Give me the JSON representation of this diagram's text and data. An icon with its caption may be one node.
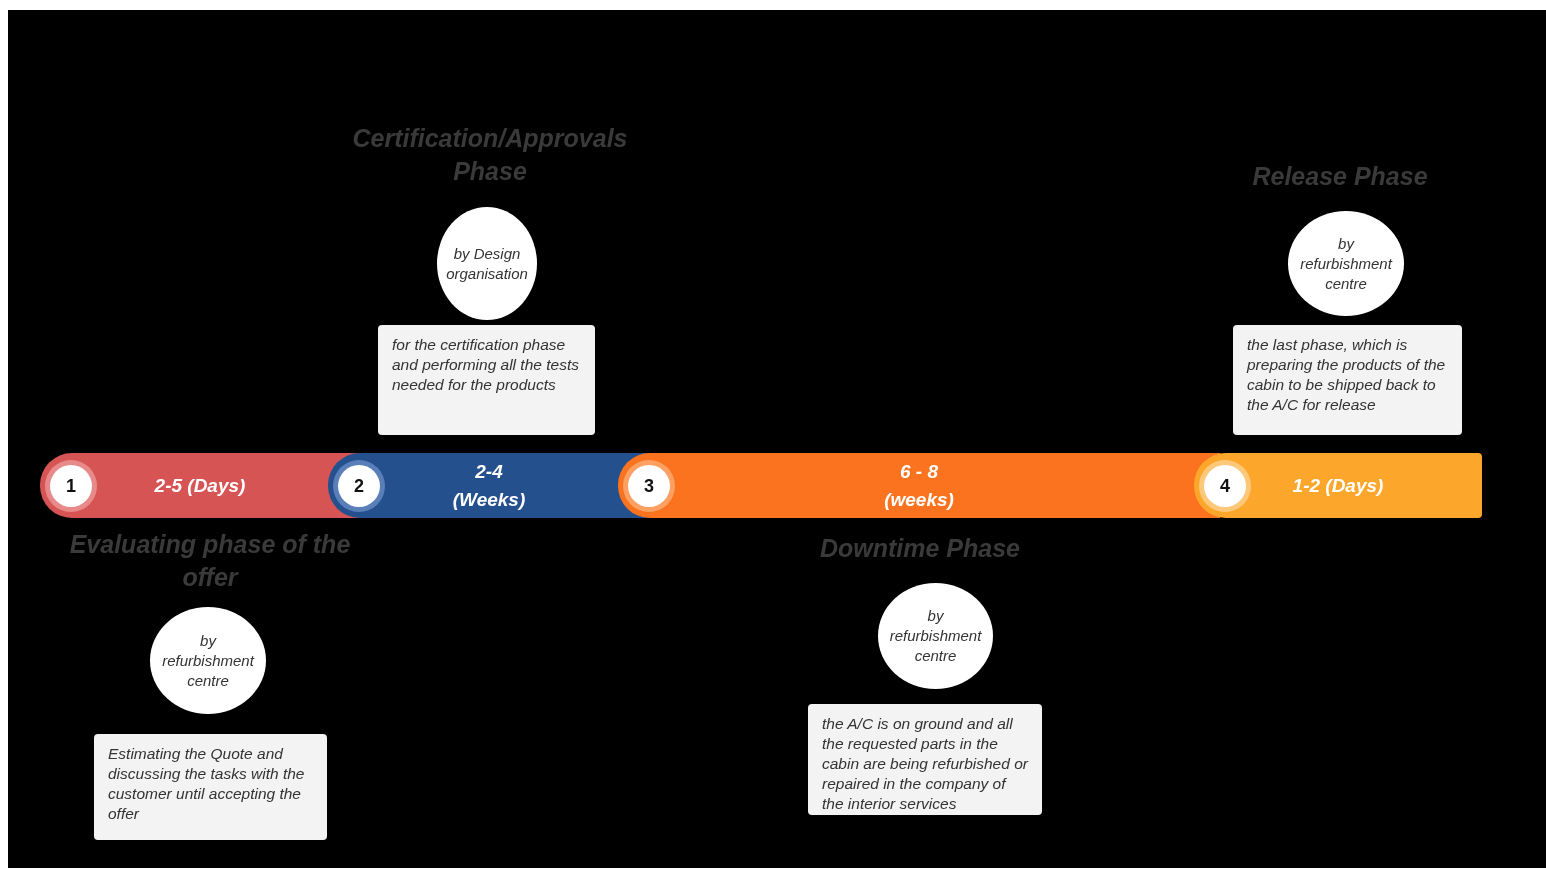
{
  "diagram": {
    "nodes": [
      {
        "text": [
          "by Design organisation"
        ]
      },
      {
        "text": [
          "for the certification phase and performing all the tests needed for the products"
        ]
      },
      {
        "text": [
          "by refurbishment centre"
        ]
      },
      {
        "text": [
          "the last phase, which is preparing the products of the cabin to be shipped back to the A/C for release"
        ]
      },
      {
        "text": [
          "2-5 (Days)"
        ]
      },
      {
        "text": [
          "1"
        ],
        "in": 4
      },
      {
        "text": [
          "2-4 (Weeks)"
        ]
      },
      {
        "text": [
          "2"
        ],
        "in": 6
      },
      {
        "text": [
          "6 - 8 (weeks)"
        ]
      },
      {
        "text": [
          "3"
        ],
        "in": 8
      },
      {
        "text": [
          "1-2 (Days)"
        ]
      },
      {
        "text": [
          "4"
        ],
        "in": 10
      },
      {
        "text": [
          "by refurbishment centre"
        ]
      },
      {
        "text": [
          "Estimating the Quote and discussing the tasks with the customer until accepting the offer"
        ]
      },
      {
        "text": [
          "by refurbishment centre"
        ]
      },
      {
        "text": [
          "the A/C is on ground and all the requested parts in the cabin are being refurbished or repaired in the company of the interior services"
        ]
      }
    ],
    "edges": [],
    "labels": [
      "Certification/Approvals Phase",
      "Release Phase",
      "Evaluating phase of the offer",
      "Downtime Phase"
    ]
  }
}
